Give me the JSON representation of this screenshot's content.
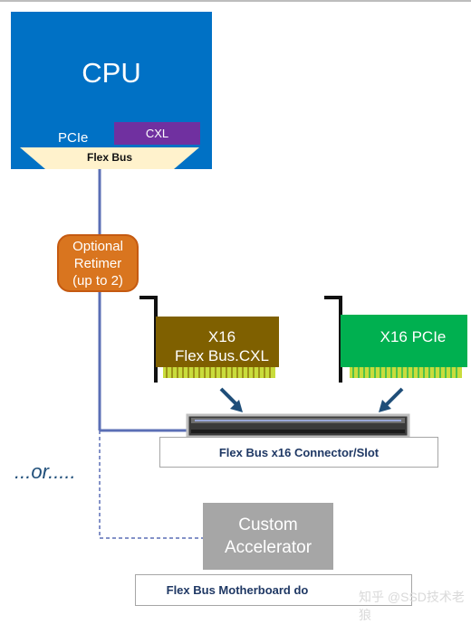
{
  "cpu": {
    "title": "CPU",
    "pcie_label": "PCIe",
    "cxl_label": "CXL",
    "flex_bus_label": "Flex Bus"
  },
  "retimer": {
    "line1": "Optional",
    "line2": "Retimer",
    "line3": "(up to 2)"
  },
  "cards": {
    "cxl_card_line1": "X16",
    "cxl_card_line2": "Flex Bus.CXL",
    "pcie_card_label": "X16 PCIe"
  },
  "slot": {
    "label": "Flex Bus x16 Connector/Slot"
  },
  "or_text": "...or.....",
  "accelerator": {
    "line1": "Custom",
    "line2": "Accelerator"
  },
  "motherboard": {
    "label": "Flex Bus Motherboard do"
  },
  "watermark": "知乎 @SSD技术老狼",
  "colors": {
    "cpu_blue": "#0071c5",
    "cxl_purple": "#7030a0",
    "flex_bus_tan": "#fff2cc",
    "retimer_orange": "#d9751f",
    "cxl_card_olive": "#7f6000",
    "pcie_card_green": "#00b050",
    "connector_line": "#5b6fb5",
    "accelerator_gray": "#a6a6a6"
  }
}
